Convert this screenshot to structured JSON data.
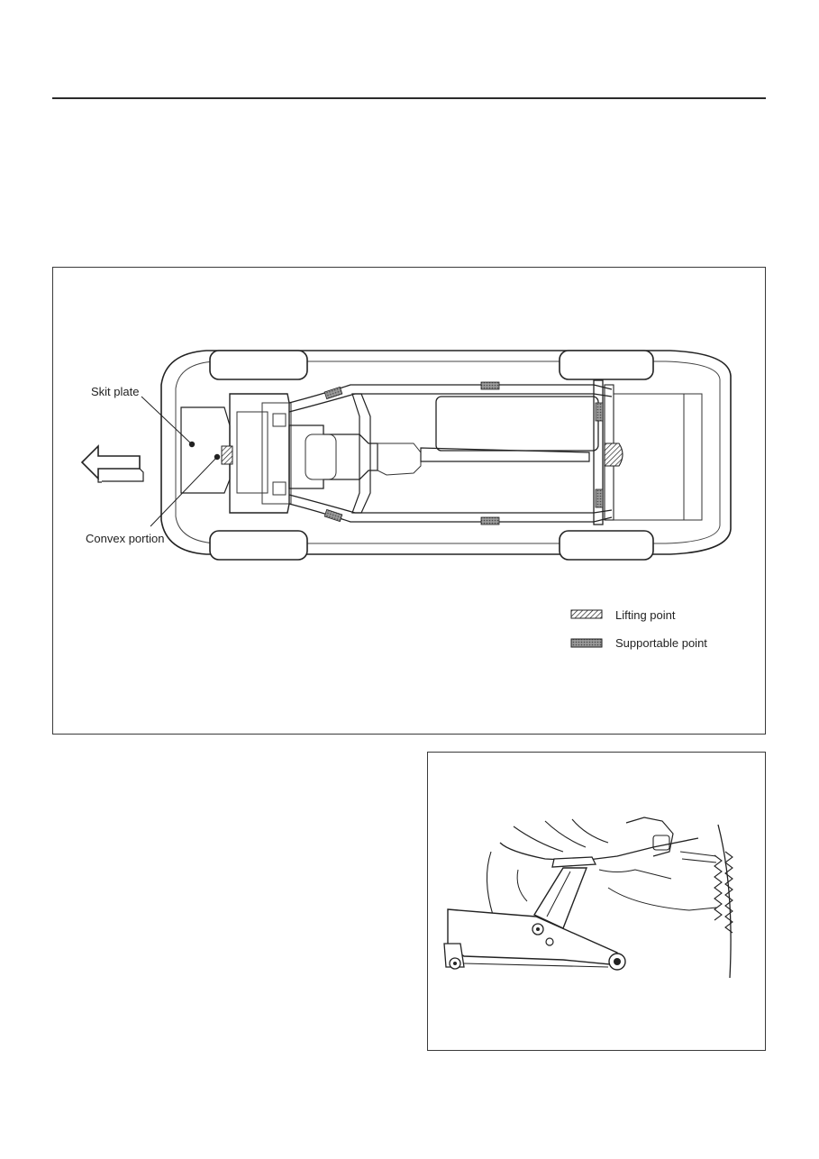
{
  "diagram": {
    "labels": {
      "skit_plate": "Skit plate",
      "convex_portion": "Convex portion"
    },
    "legend": [
      {
        "label": "Lifting point",
        "pattern": "hatched"
      },
      {
        "label": "Supportable point",
        "pattern": "dotted"
      }
    ]
  }
}
